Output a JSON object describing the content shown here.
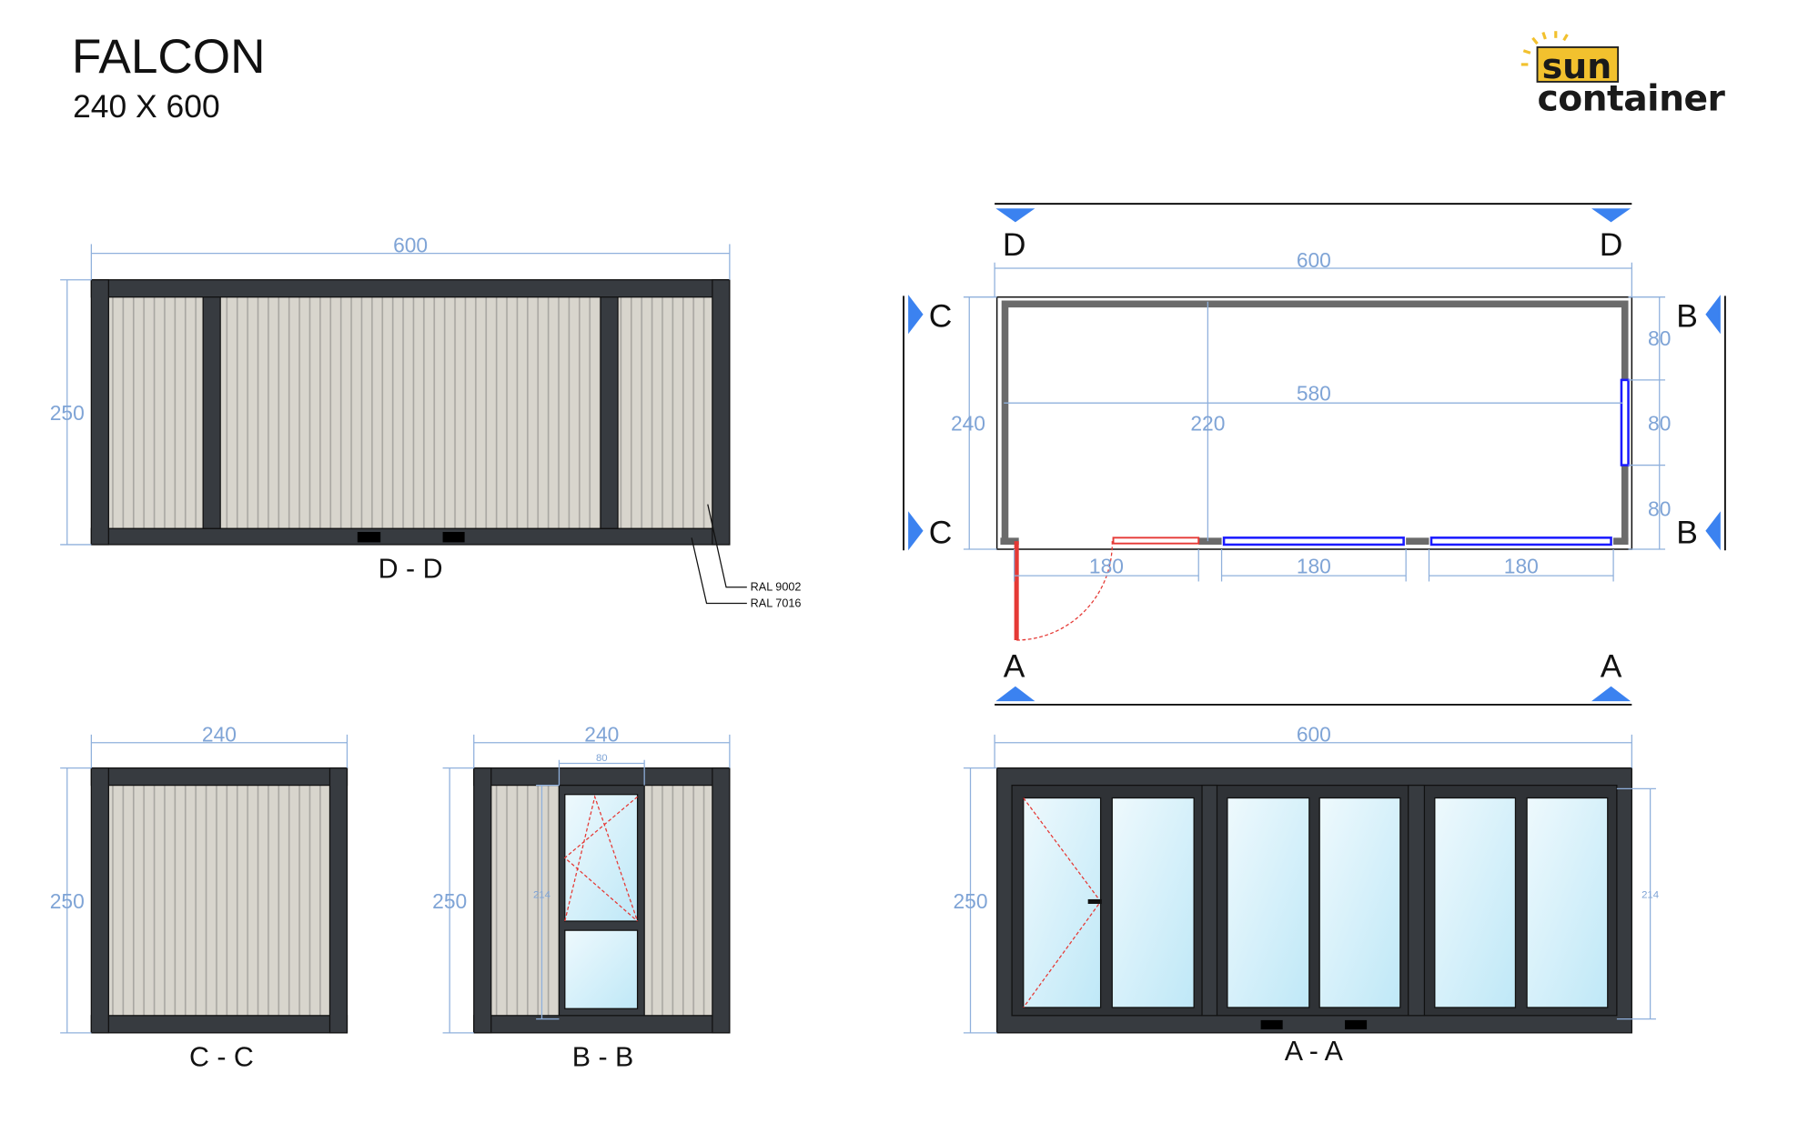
{
  "header": {
    "title": "FALCON",
    "subtitle": "240 X 600"
  },
  "logo": {
    "line1": "sun",
    "line2": "container"
  },
  "colors": {
    "frame": "#373b40",
    "cladding": "#d8d5cd",
    "dimension": "#7fa4d6",
    "section_marker": "#3b82f0",
    "door": "#e53935",
    "window_plan": "#1a1aff"
  },
  "views": {
    "dd": {
      "label": "D - D",
      "width": "600",
      "height": "250",
      "ral_1": "RAL 9002",
      "ral_2": "RAL 7016"
    },
    "cc": {
      "label": "C - C",
      "width": "240",
      "height": "250"
    },
    "bb": {
      "label": "B - B",
      "width": "240",
      "height": "250",
      "window_width": "80",
      "window_height": "214"
    },
    "aa": {
      "label": "A - A",
      "width": "600",
      "height": "250",
      "window_height": "214"
    },
    "plan": {
      "section_d": "D",
      "section_c": "C",
      "section_b": "B",
      "section_a": "A",
      "length": "600",
      "width": "240",
      "inner_length": "580",
      "inner_width": "220",
      "side_segments": [
        "80",
        "80",
        "80"
      ],
      "front_segments": [
        "180",
        "180",
        "180"
      ]
    }
  }
}
